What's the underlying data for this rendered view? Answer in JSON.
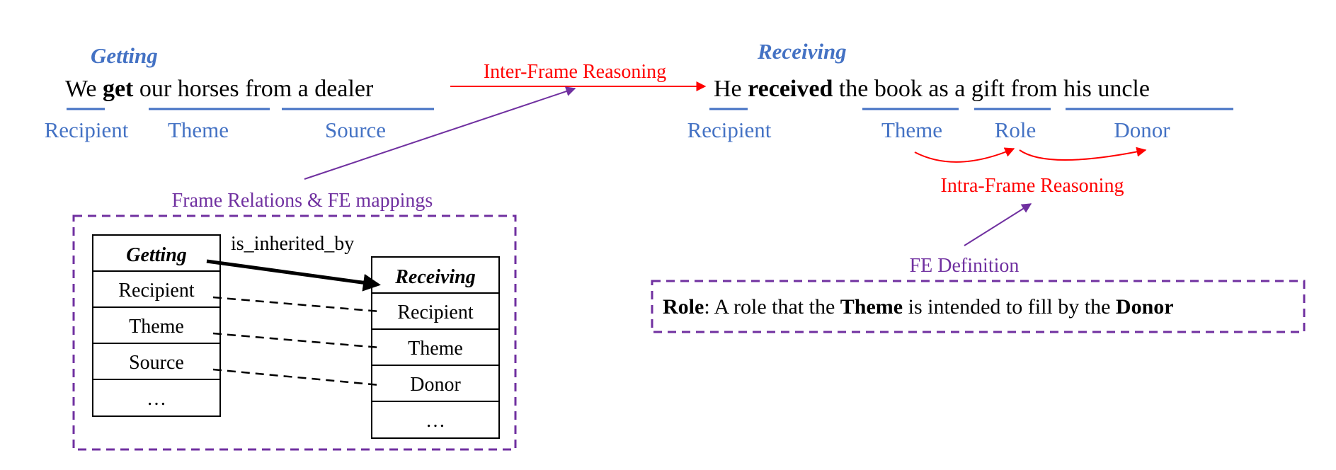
{
  "colors": {
    "frame_name": "#4472C4",
    "fe_label": "#4472C4",
    "reasoning": "#FF0000",
    "relation": "#7030A0",
    "text": "#000000"
  },
  "left": {
    "frame": "Getting",
    "sentence": {
      "w1": "We",
      "target": "get",
      "w2": "our horses",
      "w3": "from a dealer"
    },
    "fe_labels": [
      "Recipient",
      "Theme",
      "Source"
    ]
  },
  "right": {
    "frame": "Receiving",
    "sentence": {
      "w1": "He",
      "target": "received",
      "w2": "the book",
      "w3": "as a gift",
      "w4": "from his uncle"
    },
    "fe_labels": [
      "Recipient",
      "Theme",
      "Role",
      "Donor"
    ]
  },
  "inter_frame_label": "Inter-Frame Reasoning",
  "intra_frame_label": "Intra-Frame Reasoning",
  "relations_box": {
    "title": "Frame Relations & FE mappings",
    "relation": "is_inherited_by",
    "parent": {
      "name": "Getting",
      "fes": [
        "Recipient",
        "Theme",
        "Source",
        "…"
      ]
    },
    "child": {
      "name": "Receiving",
      "fes": [
        "Recipient",
        "Theme",
        "Donor",
        "…"
      ]
    }
  },
  "definition_box": {
    "title": "FE Definition",
    "term": "Role",
    "text_1": ": A role that the ",
    "ref_1": "Theme",
    "text_2": " is intended to fill by the ",
    "ref_2": "Donor"
  }
}
